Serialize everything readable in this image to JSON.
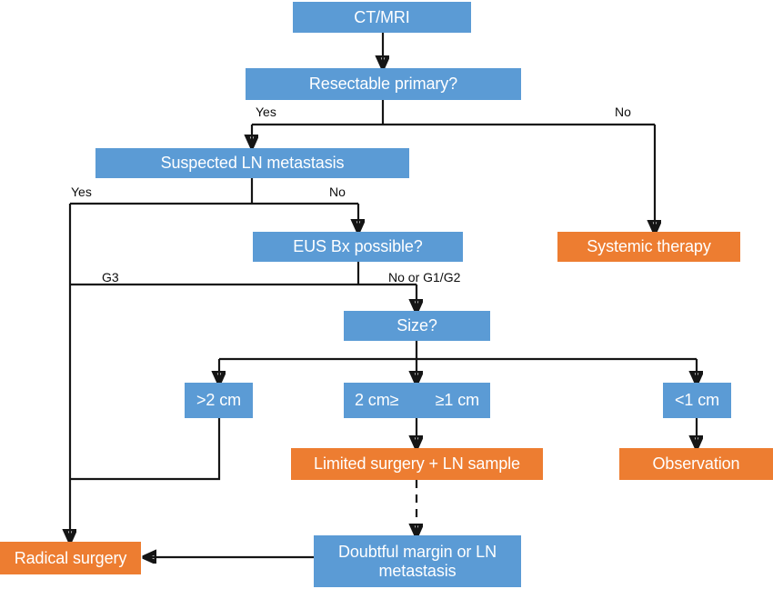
{
  "diagram": {
    "title": "CT/MRI diagnostic and treatment algorithm flowchart",
    "colors": {
      "decision_blue": "#5B9BD5",
      "outcome_orange": "#ED7D31",
      "connector": "#151515",
      "node_text": "#FFFFFF",
      "label_text": "#0D0D0D",
      "background": "#FFFFFF"
    },
    "nodes": [
      {
        "id": "ct_mri",
        "label": "CT/MRI",
        "kind": "blue"
      },
      {
        "id": "resectable",
        "label": "Resectable primary?",
        "kind": "blue"
      },
      {
        "id": "suspected_ln",
        "label": "Suspected LN metastasis",
        "kind": "blue"
      },
      {
        "id": "systemic",
        "label": "Systemic therapy",
        "kind": "orange"
      },
      {
        "id": "eus_bx",
        "label": "EUS Bx possible?",
        "kind": "blue"
      },
      {
        "id": "size",
        "label": "Size?",
        "kind": "blue"
      },
      {
        "id": "gt2cm",
        "label": ">2 cm",
        "kind": "blue"
      },
      {
        "id": "mid_left",
        "label": "2 cm≥",
        "kind": "blue"
      },
      {
        "id": "mid_right",
        "label": "≥1 cm",
        "kind": "blue"
      },
      {
        "id": "lt1cm",
        "label": "<1 cm",
        "kind": "blue"
      },
      {
        "id": "limited_surgery",
        "label": "Limited surgery + LN sample",
        "kind": "orange"
      },
      {
        "id": "observation",
        "label": "Observation",
        "kind": "orange"
      },
      {
        "id": "doubtful_line1",
        "label": "Doubtful margin or LN",
        "kind": "blue"
      },
      {
        "id": "doubtful_line2",
        "label": "metastasis",
        "kind": "blue"
      },
      {
        "id": "radical_surgery",
        "label": "Radical surgery",
        "kind": "orange"
      }
    ],
    "edge_labels": [
      {
        "id": "resectable_yes",
        "text": "Yes"
      },
      {
        "id": "resectable_no",
        "text": "No"
      },
      {
        "id": "ln_yes",
        "text": "Yes"
      },
      {
        "id": "ln_no",
        "text": "No"
      },
      {
        "id": "eus_g3",
        "text": "G3"
      },
      {
        "id": "eus_no_g1g2",
        "text": "No or G1/G2"
      }
    ]
  }
}
